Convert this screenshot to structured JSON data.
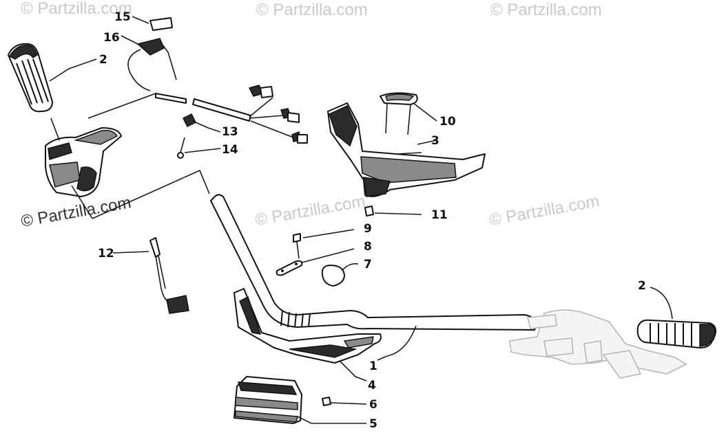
{
  "watermarks": {
    "main": "© Partzilla.com",
    "faint": "© Partzilla.com"
  },
  "callouts": {
    "c1": "1",
    "c2_left": "2",
    "c2_right": "2",
    "c3": "3",
    "c4": "4",
    "c5": "5",
    "c6": "6",
    "c7": "7",
    "c8": "8",
    "c9": "9",
    "c10": "10",
    "c11": "11",
    "c12": "12",
    "c13": "13",
    "c14": "14",
    "c15": "15",
    "c16": "16"
  }
}
